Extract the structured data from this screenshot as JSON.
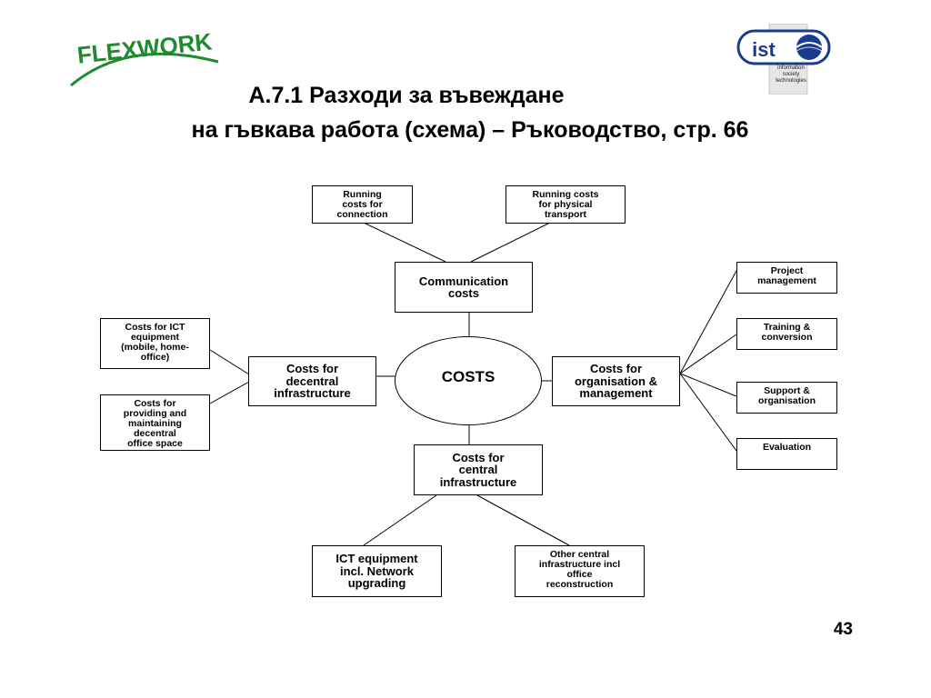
{
  "header": {
    "title_line1": "A.7.1  Разходи за въвеждане",
    "title_line2": "на гъвкава работа (схема) – Ръководство, стр. 66",
    "logo_left_text": "FLEXWORK",
    "logo_right_text": "ist",
    "logo_right_tagline": "information\nsociety\ntechnologies"
  },
  "diagram": {
    "center": "COSTS",
    "communication": "Communication\ncosts",
    "running_connection": "Running\ncosts for\nconnection",
    "running_transport": "Running costs\nfor physical\ntransport",
    "decentral": "Costs for\ndecentral\ninfrastructure",
    "ict_equipment": "Costs for ICT\nequipment\n(mobile, home-\noffice)",
    "office_space": "Costs for\nproviding and\nmaintaining\ndecentral\noffice space",
    "organisation": "Costs for\norganisation &\nmanagement",
    "project_mgmt": "Project\nmanagement",
    "training": "Training &\nconversion",
    "support": "Support &\norganisation",
    "evaluation": "Evaluation",
    "central": "Costs for\ncentral\ninfrastructure",
    "ict_network": "ICT equipment\nincl. Network\nupgrading",
    "other_central": "Other central\ninfrastructure incl\noffice\nreconstruction"
  },
  "footer": {
    "page_number": "43"
  },
  "colors": {
    "flexwork_green": "#1f8a2e",
    "ist_blue": "#1b3c8c",
    "line": "#000000"
  }
}
